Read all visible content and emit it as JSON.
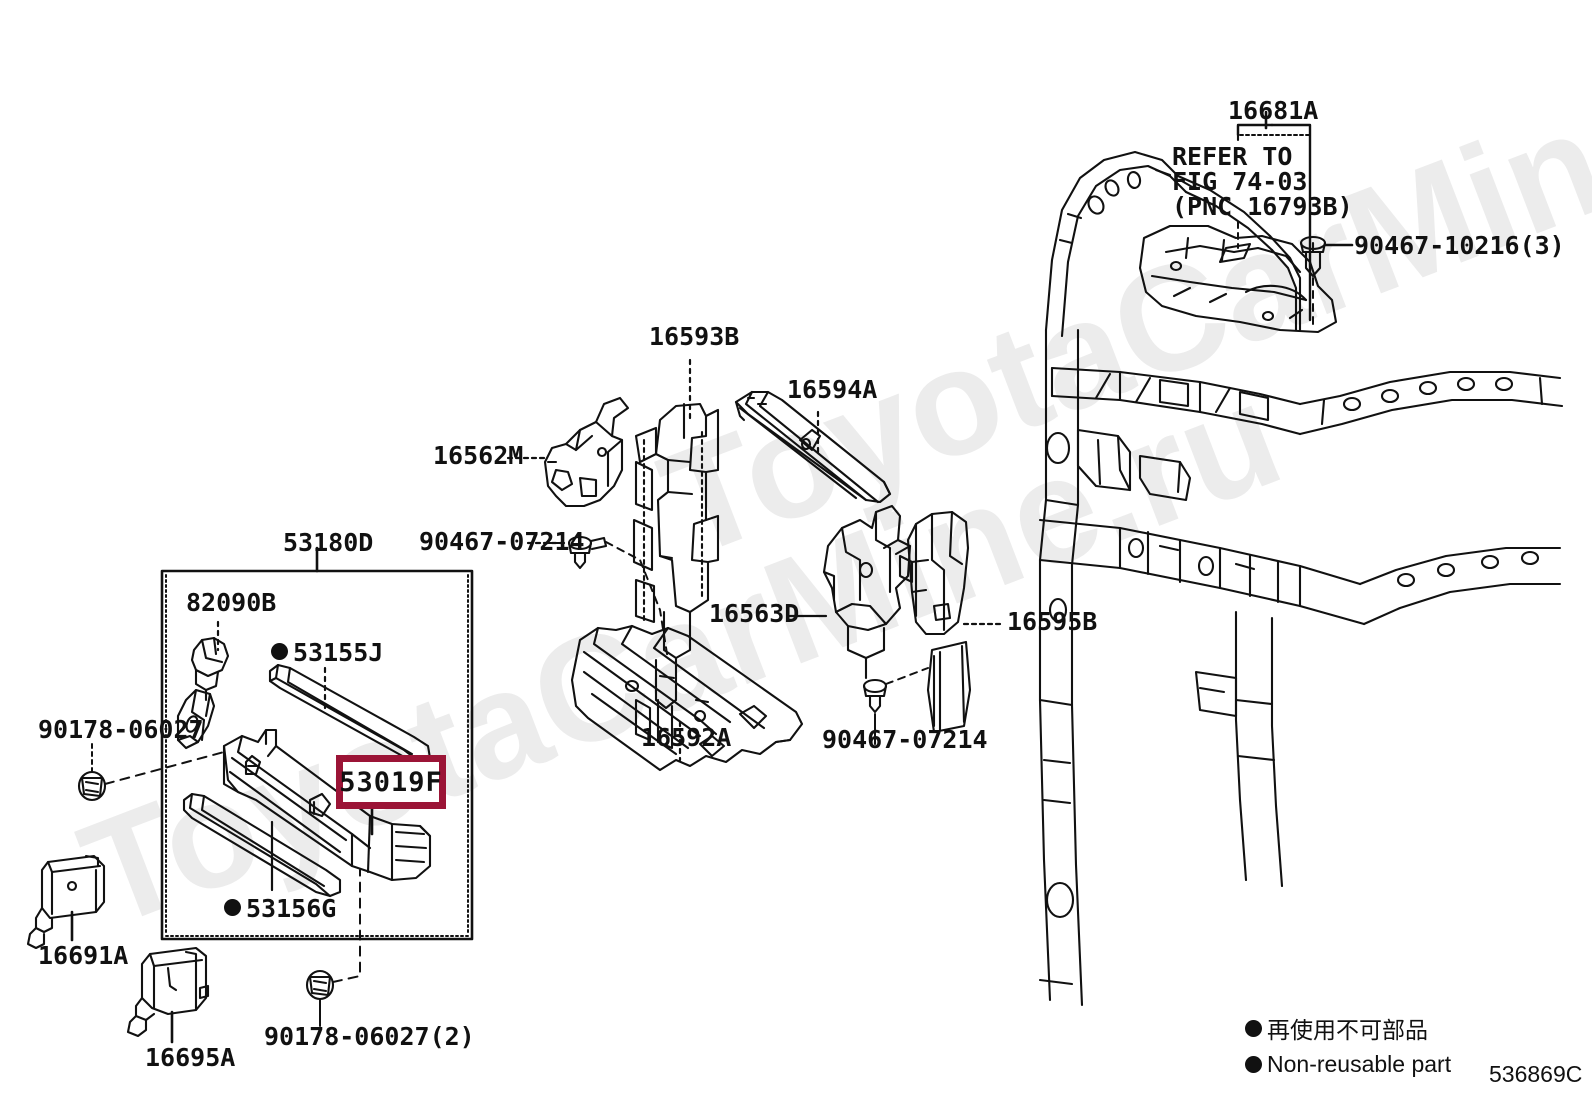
{
  "diagram": {
    "id_code": "536869C",
    "watermark_text": "ToyotaCarMine.ru",
    "highlight_color": "#9b1436",
    "background": "#ffffff"
  },
  "highlighted_part": {
    "number": "53019F"
  },
  "group_box": {
    "label": "53180D"
  },
  "labels": {
    "p16681A": "16681A",
    "refer_line1": "REFER TO",
    "refer_line2": "FIG 74-03",
    "refer_line3": "(PNC 16793B)",
    "p90467_10216": "90467-10216(3)",
    "p16593B": "16593B",
    "p16594A": "16594A",
    "p16562M": "16562M",
    "p90467_07214_top": "90467-07214",
    "p16563D": "16563D",
    "p16595B": "16595B",
    "p16592A": "16592A",
    "p90467_07214_mid": "90467-07214",
    "p82090B": "82090B",
    "p53155J": "53155J",
    "p53156G": "53156G",
    "p90178_06027": "90178-06027",
    "p90178_06027_2": "90178-06027(2)",
    "p16691A": "16691A",
    "p16695A": "16695A"
  },
  "legend": {
    "japanese": "再使用不可部品",
    "english": "Non-reusable part"
  }
}
